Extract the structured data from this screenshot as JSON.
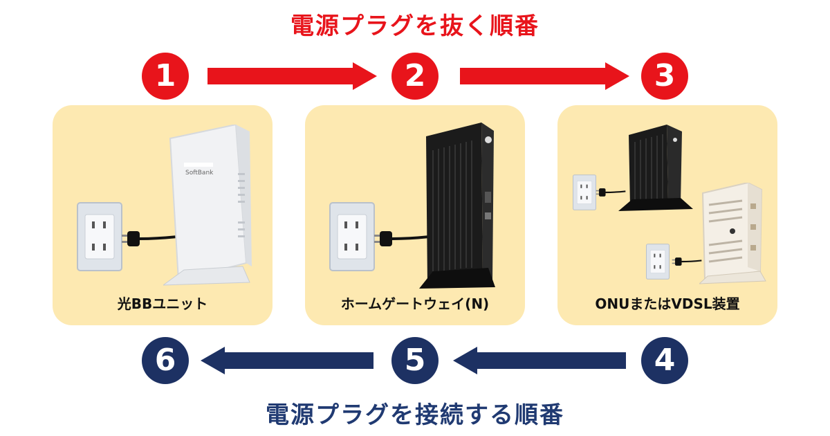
{
  "titles": {
    "unplug": "電源プラグを抜く順番",
    "plug": "電源プラグを接続する順番"
  },
  "steps": {
    "s1": "1",
    "s2": "2",
    "s3": "3",
    "s4": "4",
    "s5": "5",
    "s6": "6"
  },
  "cards": [
    {
      "label": "光BBユニット"
    },
    {
      "label": "ホームゲートウェイ(N)"
    },
    {
      "label": "ONUまたはVDSL装置"
    }
  ],
  "devices": {
    "router_brand": "SoftBank"
  },
  "colors": {
    "red": "#e8141b",
    "navy": "#1d3163",
    "card": "#fde9b1"
  }
}
